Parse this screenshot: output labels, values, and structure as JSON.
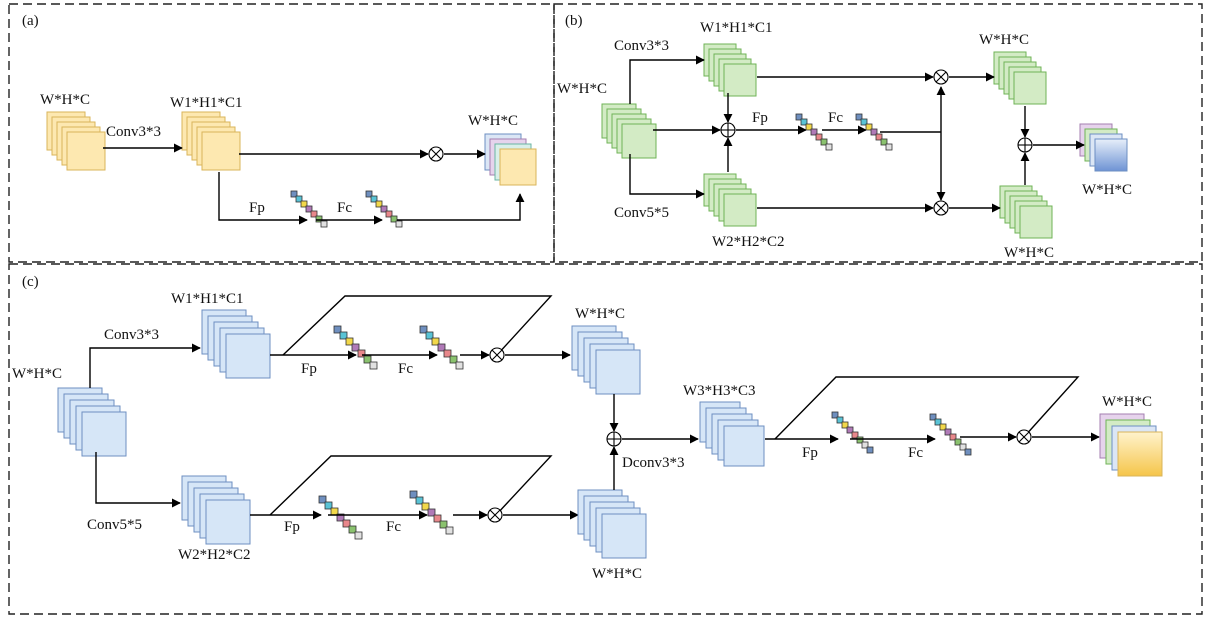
{
  "panels": {
    "a": {
      "label": "(a)",
      "input": "W*H*C",
      "conv": "Conv3*3",
      "feat": "W1*H1*C1",
      "fp": "Fp",
      "fc": "Fc",
      "output": "W*H*C"
    },
    "b": {
      "label": "(b)",
      "input": "W*H*C",
      "conv1": "Conv3*3",
      "feat1": "W1*H1*C1",
      "conv2": "Conv5*5",
      "feat2": "W2*H2*C2",
      "fp": "Fp",
      "fc": "Fc",
      "out1": "W*H*C",
      "out2": "W*H*C",
      "output": "W*H*C"
    },
    "c": {
      "label": "(c)",
      "input": "W*H*C",
      "conv1": "Conv3*3",
      "feat1": "W1*H1*C1",
      "fp1": "Fp",
      "fc1": "Fc",
      "out1": "W*H*C",
      "conv2": "Conv5*5",
      "feat2": "W2*H2*C2",
      "fp2": "Fp",
      "fc2": "Fc",
      "out2": "W*H*C",
      "dconv": "Dconv3*3",
      "feat3": "W3*H3*C3",
      "fp3": "Fp",
      "fc3": "Fc",
      "output": "W*H*C"
    }
  },
  "colors": {
    "yellow_fill": "#fde8b0",
    "yellow_stroke": "#d9b45a",
    "green_fill": "#d3ebc5",
    "green_stroke": "#6fb356",
    "blue_fill": "#d6e6f7",
    "blue_stroke": "#6d8fc2",
    "vector_cells": [
      "#6f8fbf",
      "#59c3d6",
      "#f2d84a",
      "#b07ab8",
      "#e8878b",
      "#8ac26e",
      "#e1e1e1"
    ]
  }
}
